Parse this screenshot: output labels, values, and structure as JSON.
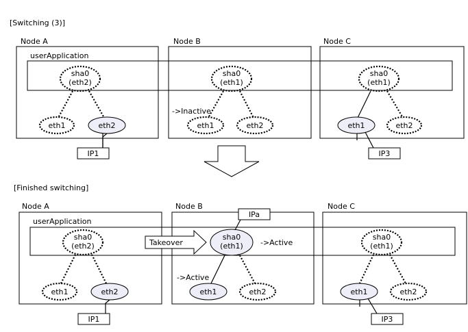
{
  "top": {
    "heading": "[Switching (3)]",
    "node_a": "Node A",
    "node_b": "Node B",
    "node_c": "Node C",
    "user_app": "userApplication",
    "a_sha_1": "sha0",
    "a_sha_2": "(eth2)",
    "b_sha_1": "sha0",
    "b_sha_2": "(eth1)",
    "c_sha_1": "sha0",
    "c_sha_2": "(eth1)",
    "a_eth1": "eth1",
    "a_eth2": "eth2",
    "b_eth1": "eth1",
    "b_eth2": "eth2",
    "c_eth1": "eth1",
    "c_eth2": "eth2",
    "inactive": "->Inactive",
    "ip1": "IP1",
    "ip3": "IP3"
  },
  "bottom": {
    "heading": "[Finished switching]",
    "node_a": "Node A",
    "node_b": "Node B",
    "node_c": "Node C",
    "user_app": "userApplication",
    "a_sha_1": "sha0",
    "a_sha_2": "(eth2)",
    "b_sha_1": "sha0",
    "b_sha_2": "(eth1)",
    "c_sha_1": "sha0",
    "c_sha_2": "(eth1)",
    "a_eth1": "eth1",
    "a_eth2": "eth2",
    "b_eth1": "eth1",
    "b_eth2": "eth2",
    "c_eth1": "eth1",
    "c_eth2": "eth2",
    "takeover": "Takeover",
    "active_sha": "->Active",
    "active_eth": "->Active",
    "ipa": "IPa",
    "ip1": "IP1",
    "ip3": "IP3"
  }
}
